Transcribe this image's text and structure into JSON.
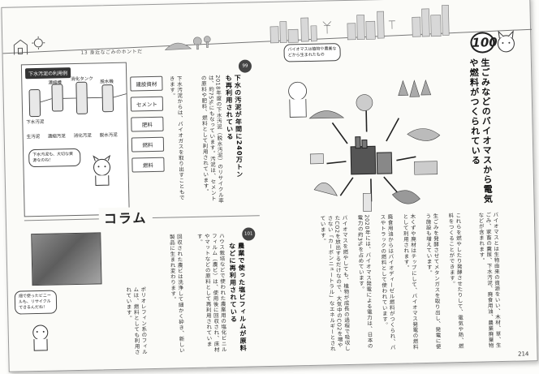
{
  "running_head": "13 身近なごみのホントだ",
  "page_number": "214",
  "column_label": "コラム",
  "right_section_number": "100",
  "right_title": "生ごみなどのバイオマスから電気や燃料がつくられている",
  "right_bubble": "バイオマスは植物や農業などから生まれたもの",
  "right_body": [
    "バイオマスとは生物由来の資源をいい、木材、草、生ごみ、家畜の糞尿、下水汚泥、廃食用油、農業廃棄物などが含まれます。",
    "これらを燃やしたり発酵させたりして、電気や熱、燃料をつくることができます。",
    "生ごみを発酵させてメタンガスを取り出し、発電に使う施設も増えています。",
    "木くずや廃材はチップにして、バイオマス発電の燃料として利用されます。",
    "廃食用油からはバイオディーゼル燃料がつくられ、バスやトラックの燃料として使われています。",
    "2020年には、バイオマス発電による電力は、日本の電力の約3%を占めています。",
    "バイオマスを燃やしても、植物が成長の過程で吸収したCO2を放出するだけなので、大気中のCO2を増やさない「カーボンニュートラル」なエネルギーとされています。"
  ],
  "diagram_title": "下水汚泥の利用例",
  "diagram_labels": [
    "下水汚泥",
    "濃縮槽",
    "消化タンク",
    "脱水機",
    "生汚泥",
    "濃縮汚泥",
    "消化汚泥",
    "脱水汚泥"
  ],
  "products": [
    "建設資材",
    "セメント",
    "肥料",
    "燃料",
    "燃料"
  ],
  "left_section_number": "99",
  "left_title": "下水の汚泥が年間に240万トンも再利用されている",
  "left_body": [
    "2018年度の下水汚泥（脱水汚泥）のリサイクル率は、約75%にもなっています。汚泥は、セメントの原料や肥料、燃料として利用されています。",
    "下水汚泥からは、バイオガスを取り出すこともできます。"
  ],
  "left_bubble": "下水汚泥も、大切な資源なのね！",
  "column_section_number": "101",
  "column_title": "農業で使った塩ビフィルムが原料などに再利用されている",
  "column_body": [
    "ハウス栽培などで使われた農業用の塩化ビニルフィルム（農ビ）は、使用後に回収され、床材やマットなどの原料として再利用されています。",
    "回収された農ビは洗浄して細かく砕き、新しい製品に生まれ変わります。",
    "ポリオレフィン系のフィルムは、燃料としても利用されています。"
  ],
  "column_bubble": "畑で使ったビニールも、リサイクルできるんだね！"
}
